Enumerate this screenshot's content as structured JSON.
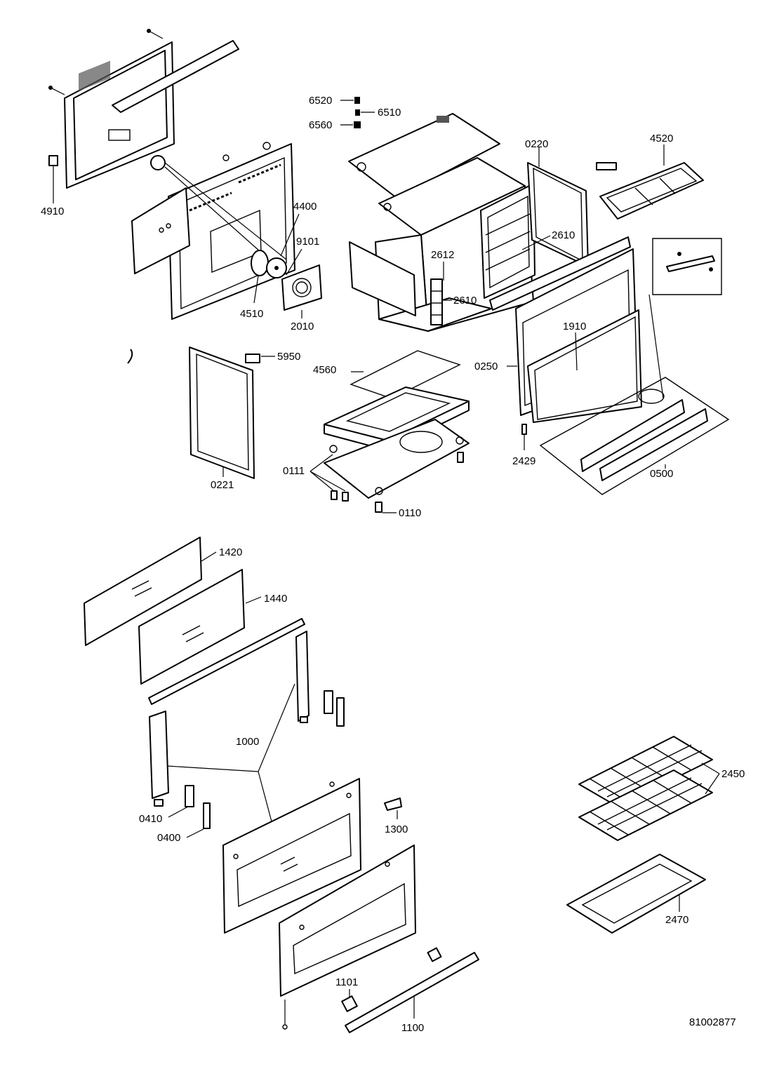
{
  "document_number": "81002877",
  "part_labels": {
    "p4910": "4910",
    "p6520": "6520",
    "p6510": "6510",
    "p6560": "6560",
    "p0220": "0220",
    "p4520": "4520",
    "p4400": "4400",
    "p9101": "9101",
    "p2610a": "2610",
    "p2612": "2612",
    "p2610b": "2610",
    "p4510": "4510",
    "p2010": "2010",
    "p1910": "1910",
    "p5950": "5950",
    "p4560": "4560",
    "p0250": "0250",
    "p0111": "0111",
    "p0221": "0221",
    "p2429": "2429",
    "p0500": "0500",
    "p0110": "0110",
    "p1420": "1420",
    "p1440": "1440",
    "p1000": "1000",
    "p2450": "2450",
    "p0410": "0410",
    "p1300": "1300",
    "p0400": "0400",
    "p2470": "2470",
    "p1101": "1101",
    "p1100": "1100"
  }
}
